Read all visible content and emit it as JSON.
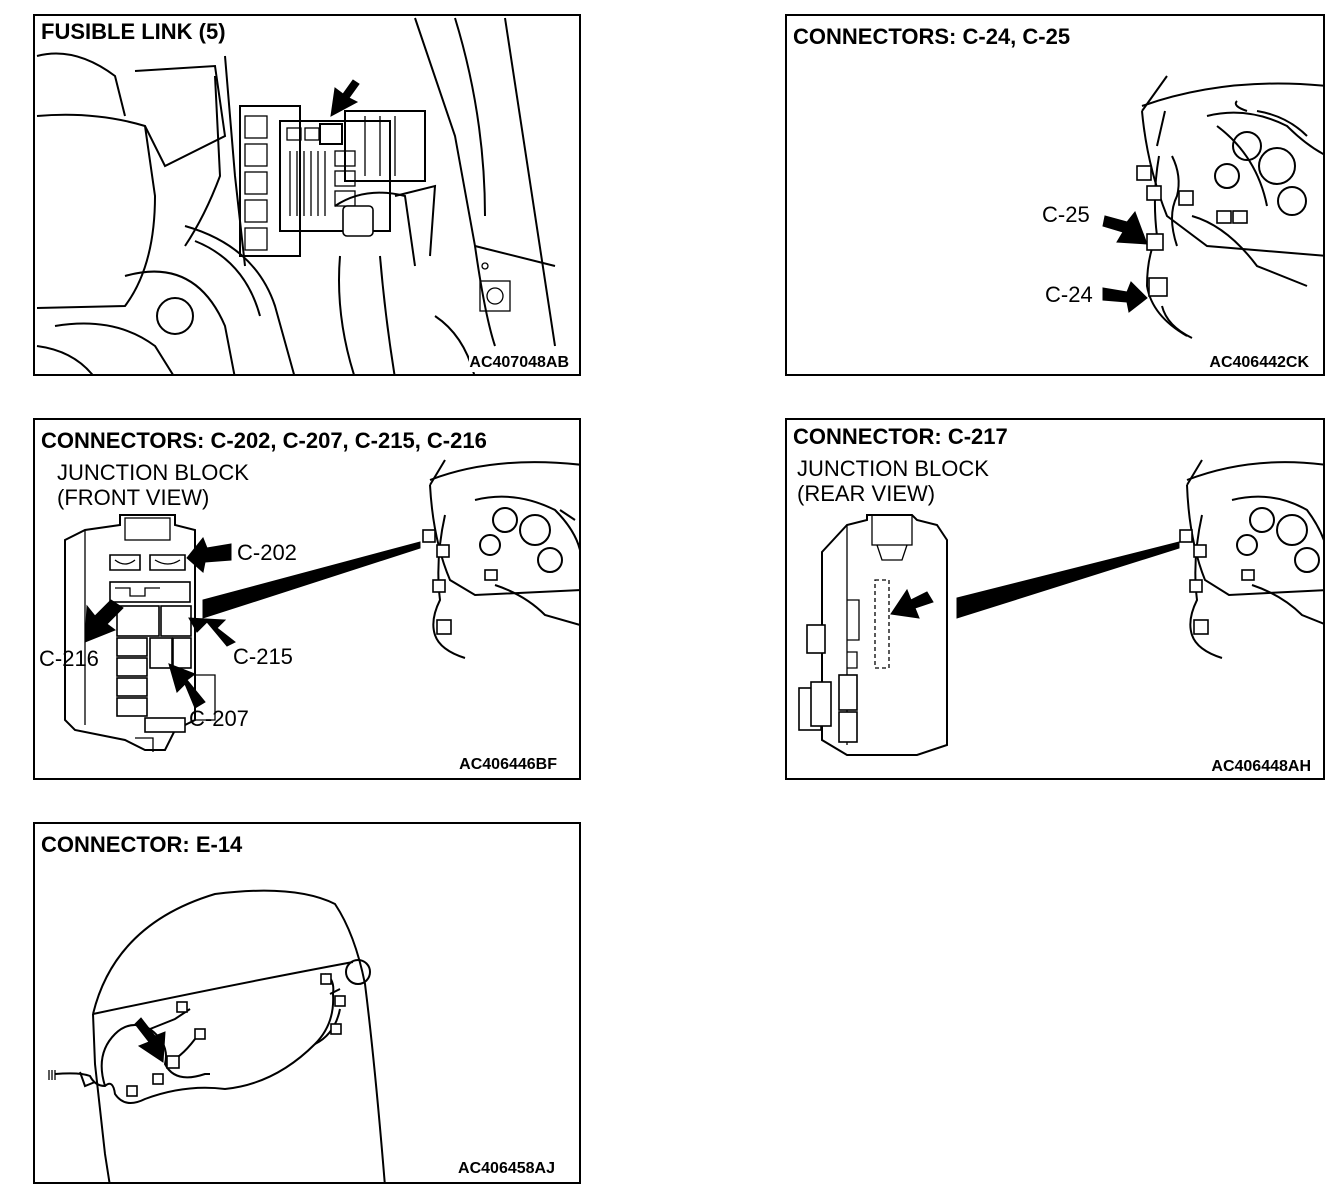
{
  "panels": {
    "fusible": {
      "title": "FUSIBLE LINK (5)",
      "code": "AC407048AB"
    },
    "c24": {
      "title": "CONNECTORS: C-24, C-25",
      "code": "AC406442CK",
      "labels": {
        "c25": "C-25",
        "c24": "C-24"
      }
    },
    "jbfront": {
      "title": "CONNECTORS: C-202, C-207, C-215, C-216",
      "code": "AC406446BF",
      "subtitle": [
        "JUNCTION BLOCK",
        "(FRONT VIEW)"
      ],
      "labels": {
        "c202": "C-202",
        "c216": "C-216",
        "c215": "C-215",
        "c207": "C-207"
      }
    },
    "jbrear": {
      "title": "CONNECTOR: C-217",
      "code": "AC406448AH",
      "subtitle": [
        "JUNCTION BLOCK",
        "(REAR VIEW)"
      ]
    },
    "e14": {
      "title": "CONNECTOR: E-14",
      "code": "AC406458AJ"
    }
  }
}
